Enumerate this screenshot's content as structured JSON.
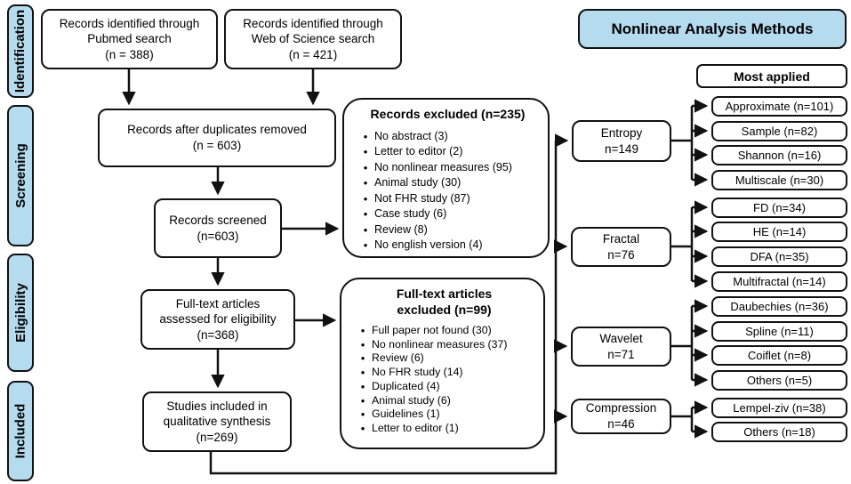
{
  "colors": {
    "accent_blue": "#b4dcee",
    "line": "#111111",
    "background": "#ffffff"
  },
  "sidebar": {
    "stages": [
      {
        "label": "Identification"
      },
      {
        "label": "Screening"
      },
      {
        "label": "Eligibility"
      },
      {
        "label": "Included"
      }
    ]
  },
  "flow": {
    "pubmed": "Records identified through\nPubmed search\n(n = 388)",
    "web_of_science": "Records identified through\nWeb of Science search\n(n = 421)",
    "duplicates_removed": "Records after duplicates removed\n(n = 603)",
    "screened": "Records screened\n(n=603)",
    "fulltext_assessed": "Full-text articles\nassessed for eligibility\n(n=368)",
    "included_synthesis": "Studies included in\nqualitative synthesis\n(n=269)"
  },
  "records_excluded": {
    "title": "Records excluded (n=235)",
    "items": [
      "No abstract (3)",
      "Letter to editor (2)",
      "No nonlinear measures (95)",
      "Animal study (30)",
      "Not FHR study (87)",
      "Case study (6)",
      "Review (8)",
      "No english version (4)"
    ]
  },
  "fulltext_excluded": {
    "title": "Full-text articles\nexcluded (n=99)",
    "items": [
      "Full paper not found (30)",
      "No nonlinear measures (37)",
      "Review (6)",
      "No FHR study (14)",
      "Duplicated (4)",
      "Animal study (6)",
      "Guidelines (1)",
      "Letter to editor (1)"
    ]
  },
  "methods_panel": {
    "title": "Nonlinear Analysis Methods",
    "most_applied": "Most applied",
    "categories": [
      {
        "label": "Entropy\nn=149"
      },
      {
        "label": "Fractal\nn=76"
      },
      {
        "label": "Wavelet\nn=71"
      },
      {
        "label": "Compression\nn=46"
      }
    ],
    "methods": [
      "Approximate (n=101)",
      "Sample (n=82)",
      "Shannon (n=16)",
      "Multiscale (n=30)",
      "FD (n=34)",
      "HE (n=14)",
      "DFA (n=35)",
      "Multifractal (n=14)",
      "Daubechies (n=36)",
      "Spline (n=11)",
      "Coiflet (n=8)",
      "Others (n=5)",
      "Lempel-ziv (n=38)",
      "Others (n=18)"
    ]
  }
}
